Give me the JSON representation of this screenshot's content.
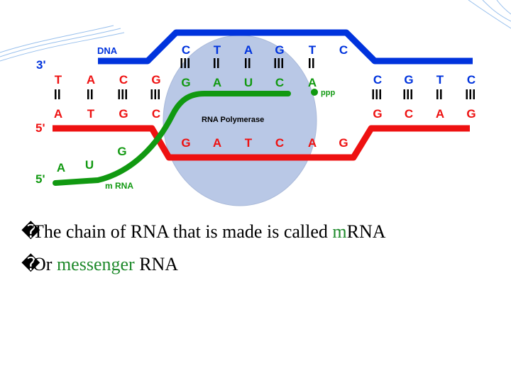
{
  "colors": {
    "dna_strand": "#0033dd",
    "coding_strand": "#ee1111",
    "mrna_strand": "#119911",
    "polymerase": "#b9c8e6",
    "text_green": "#1f8a2c",
    "deco_lines": "#7fb0e8"
  },
  "diagram": {
    "labels": {
      "dna": "DNA",
      "three_prime": "3'",
      "five_prime_top": "5'",
      "five_prime_bottom": "5'",
      "rna_polymerase": "RNA Polymerase",
      "mrna": "m RNA",
      "ppp": "ppp"
    },
    "template_open_bases": [
      "C",
      "T",
      "A",
      "G",
      "T",
      "C"
    ],
    "template_left_bases": [
      "T",
      "A",
      "C",
      "G"
    ],
    "template_right_bases": [
      "C",
      "G",
      "T",
      "C"
    ],
    "rna_in_bubble": [
      "G",
      "A",
      "U",
      "C",
      "A"
    ],
    "coding_left_bases": [
      "A",
      "T",
      "G",
      "C"
    ],
    "coding_right_bases": [
      "G",
      "C",
      "A",
      "G"
    ],
    "coding_open_bases": [
      "G",
      "A",
      "T",
      "C",
      "A",
      "G"
    ],
    "mrna_tail_bases": [
      "A",
      "U",
      "G"
    ]
  },
  "bullets": [
    {
      "mark": "�",
      "parts": [
        {
          "text": "The chain of RNA that is made is called ",
          "style": "plain"
        },
        {
          "text": "m",
          "style": "accent"
        },
        {
          "text": "RNA",
          "style": "plain"
        }
      ]
    },
    {
      "mark": "�",
      "parts": [
        {
          "text": "Or ",
          "style": "plain"
        },
        {
          "text": "messenger",
          "style": "accent"
        },
        {
          "text": " RNA",
          "style": "plain"
        }
      ]
    }
  ]
}
